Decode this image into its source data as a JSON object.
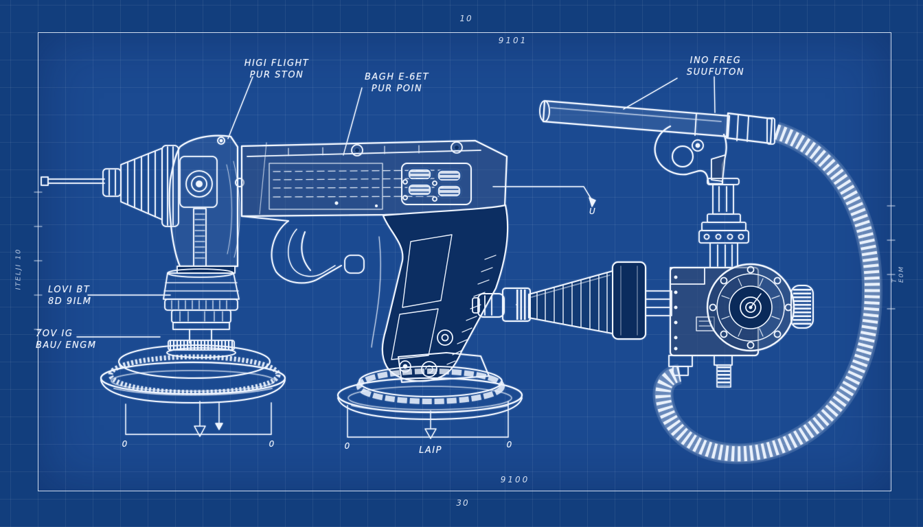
{
  "colors": {
    "sheet_blue": "#1b4a91",
    "margin_blue": "#123e7d",
    "line_white": "#edf3fd",
    "dark_navy_fill": "#0c2e62"
  },
  "frame": {
    "top_outer": "10",
    "top_inner": "9101",
    "bottom_inner": "9100",
    "bottom_outer": "30",
    "left_code": "ITELJI 10",
    "right_code": "T E0M"
  },
  "labels": {
    "polisher_head": {
      "line1": "HIGI FLIGHT",
      "line2": "PUR STON"
    },
    "sander_body": {
      "line1": "BAGH E-6ET",
      "line2": "PUR POIN"
    },
    "heat_gun": {
      "line1": "INO FREG",
      "line2": "SUUFUTON"
    },
    "polisher_collar": {
      "line1": "LOVI BT",
      "line2": "8D 9ILM"
    },
    "polisher_base": {
      "line1": "7OV IG",
      "line2": "BAU/ ENGM"
    },
    "ref_u": "U",
    "base_width": "LAIP"
  },
  "dimensions": {
    "zeros": [
      "0",
      "0",
      "0",
      "0"
    ]
  }
}
